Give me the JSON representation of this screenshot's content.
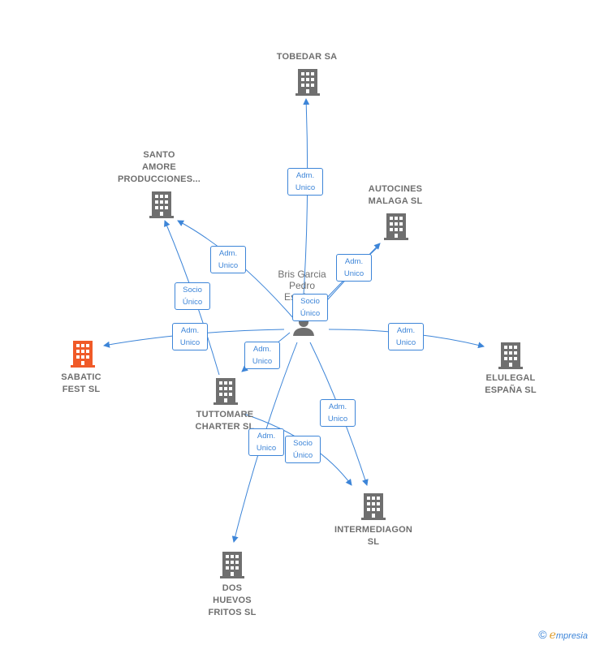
{
  "center": {
    "name": "Bris Garcia\nPedro\nEsteban",
    "icon": "person-icon"
  },
  "companies": [
    {
      "id": "tobedar",
      "name": "TOBEDAR SA",
      "color": "#6f6f6f",
      "icon": "building-icon"
    },
    {
      "id": "santo",
      "name": "SANTO\nAMORE\nPRODUCCIONES...",
      "color": "#6f6f6f",
      "icon": "building-icon"
    },
    {
      "id": "autocines",
      "name": "AUTOCINES\nMALAGA  SL",
      "color": "#6f6f6f",
      "icon": "building-icon"
    },
    {
      "id": "sabatic",
      "name": "SABATIC\nFEST  SL",
      "color": "#f05a28",
      "icon": "building-icon"
    },
    {
      "id": "elulegal",
      "name": "ELULEGAL\nESPAÑA  SL",
      "color": "#6f6f6f",
      "icon": "building-icon"
    },
    {
      "id": "tuttomare",
      "name": "TUTTOMARE\nCHARTER  SL",
      "color": "#6f6f6f",
      "icon": "building-icon"
    },
    {
      "id": "intermediagon",
      "name": "INTERMEDIAGON\nSL",
      "color": "#6f6f6f",
      "icon": "building-icon"
    },
    {
      "id": "dos",
      "name": "DOS\nHUEVOS\nFRITOS  SL",
      "color": "#6f6f6f",
      "icon": "building-icon"
    }
  ],
  "edge_labels": [
    "Adm.\nUnico",
    "Adm.\nUnico",
    "Socio\nÚnico",
    "Adm.\nUnico",
    "Socio\nÚnico",
    "Adm.\nUnico",
    "Adm.\nUnico",
    "Adm.\nUnico",
    "Adm.\nUnico",
    "Adm.\nUnico",
    "Socio\nÚnico"
  ],
  "footer": {
    "copyright": "©",
    "brand_initial": "e",
    "brand_rest": "mpresia"
  },
  "colors": {
    "edge": "#3d85d8",
    "building": "#6f6f6f",
    "highlight": "#f05a28"
  }
}
